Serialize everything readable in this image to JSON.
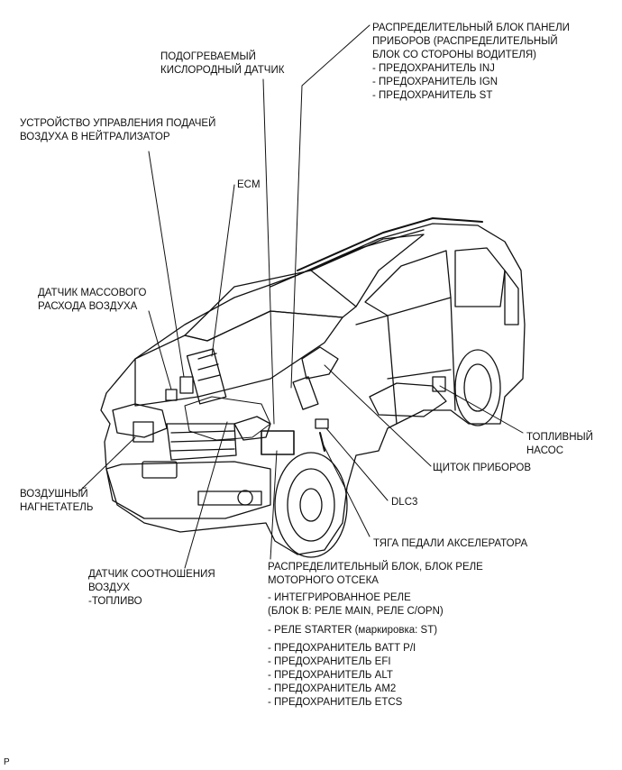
{
  "labels": {
    "dash_junction": {
      "lines": [
        "РАСПРЕДЕЛИТЕЛЬНЫЙ БЛОК ПАНЕЛИ",
        "ПРИБОРОВ (РАСПРЕДЕЛИТЕЛЬНЫЙ",
        "БЛОК СО СТОРОНЫ ВОДИТЕЛЯ)"
      ],
      "items": [
        "- ПРЕДОХРАНИТЕЛЬ INJ",
        "- ПРЕДОХРАНИТЕЛЬ IGN",
        "- ПРЕДОХРАНИТЕЛЬ ST"
      ]
    },
    "heated_o2": [
      "ПОДОГРЕВАЕМЫЙ",
      "КИСЛОРОДНЫЙ ДАТЧИК"
    ],
    "air_injection": [
      "УСТРОЙСТВО УПРАВЛЕНИЯ ПОДАЧЕЙ",
      "ВОЗДУХА В НЕЙТРАЛИЗАТОР"
    ],
    "ecm": "ECM",
    "maf": [
      "ДАТЧИК МАССОВОГО",
      "РАСХОДА ВОЗДУХА"
    ],
    "fuel_pump": [
      "ТОПЛИВНЫЙ",
      "НАСОС"
    ],
    "combination_meter": "ЩИТОК ПРИБОРОВ",
    "air_pump": [
      "ВОЗДУШНЫЙ",
      "НАГНЕТАТЕЛЬ"
    ],
    "dlc3": "DLC3",
    "accel_link": "ТЯГА ПЕДАЛИ АКСЕЛЕРАТОРА",
    "af_sensor": [
      "ДАТЧИК СООТНОШЕНИЯ",
      "ВОЗДУХ",
      "-ТОПЛИВО"
    ],
    "engine_junction": {
      "lines": [
        "РАСПРЕДЕЛИТЕЛЬНЫЙ БЛОК, БЛОК РЕЛЕ",
        "МОТОРНОГО ОТСЕКА"
      ],
      "relay_group": [
        "- ИНТЕГРИРОВАННОЕ РЕЛЕ",
        " (БЛОК В: РЕЛЕ MAIN, РЕЛЕ C/OPN)"
      ],
      "starter": "- РЕЛЕ STARTER (маркировка: ST)",
      "fuses": [
        "- ПРЕДОХРАНИТЕЛЬ BATT P/I",
        "- ПРЕДОХРАНИТЕЛЬ EFI",
        "- ПРЕДОХРАНИТЕЛЬ ALT",
        "- ПРЕДОХРАНИТЕЛЬ AM2",
        "- ПРЕДОХРАНИТЕЛЬ ETCS"
      ]
    },
    "corner_mark": "P"
  }
}
